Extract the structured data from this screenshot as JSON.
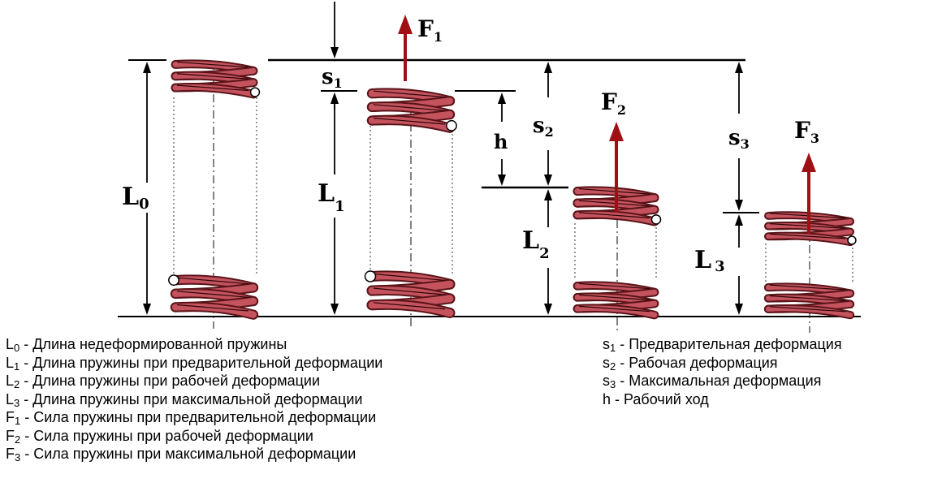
{
  "colors": {
    "spring_fill": "#c4535e",
    "spring_coil": "#5a1418",
    "force_arrow": "#9e1014",
    "line": "#000000"
  },
  "diagram_labels": {
    "L0": {
      "main": "L",
      "sub": "0"
    },
    "L1": {
      "main": "L",
      "sub": "1"
    },
    "L2": {
      "main": "L",
      "sub": "2"
    },
    "L3": {
      "main": "L",
      "sub": "3"
    },
    "F1": {
      "main": "F",
      "sub": "1"
    },
    "F2": {
      "main": "F",
      "sub": "2"
    },
    "F3": {
      "main": "F",
      "sub": "3"
    },
    "s1": {
      "main": "s",
      "sub": "1"
    },
    "s2": {
      "main": "s",
      "sub": "2"
    },
    "s3": {
      "main": "s",
      "sub": "3"
    },
    "h": {
      "main": "h"
    }
  },
  "legend_left": [
    {
      "sym": "L",
      "sub": "0",
      "text": " - Длина недеформированной пружины"
    },
    {
      "sym": "L",
      "sub": "1",
      "text": " - Длина пружины при предварительной деформации"
    },
    {
      "sym": "L",
      "sub": "2",
      "text": " - Длина пружины при рабочей деформации"
    },
    {
      "sym": "L",
      "sub": "3",
      "text": " - Длина пружины при максимальной деформации"
    },
    {
      "sym": "F",
      "sub": "1",
      "text": " - Сила пружины при предварительной деформации"
    },
    {
      "sym": "F",
      "sub": "2",
      "text": " - Сила пружины при рабочей деформации"
    },
    {
      "sym": "F",
      "sub": "3",
      "text": " - Сила пружины при максимальной деформации"
    }
  ],
  "legend_right": [
    {
      "sym": "s",
      "sub": "1",
      "text": " -  Предварительная деформация"
    },
    {
      "sym": "s",
      "sub": "2",
      "text": " -  Рабочая деформация"
    },
    {
      "sym": "s",
      "sub": "3",
      "text": " -  Максимальная деформация"
    },
    {
      "sym": "h",
      "sub": "",
      "text": "  - Рабочий ход"
    }
  ]
}
